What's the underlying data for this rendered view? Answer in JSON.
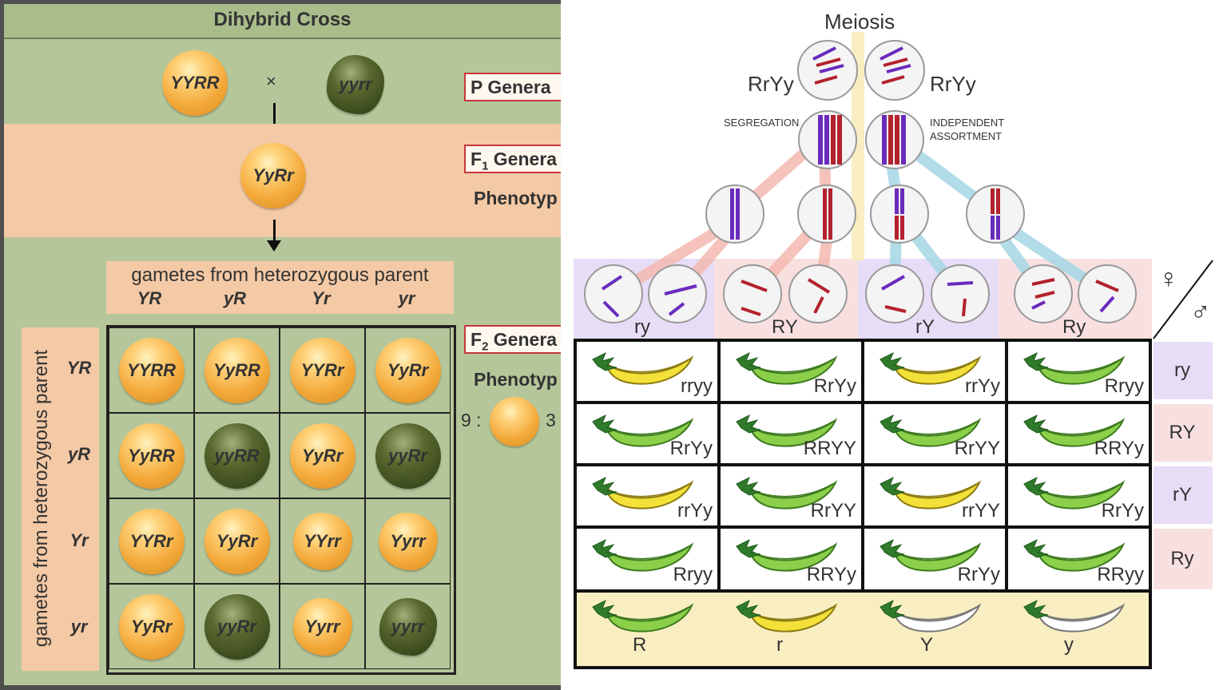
{
  "left": {
    "title": "Dihybrid Cross",
    "p_gen": {
      "label": "P Genera",
      "parent1": "YYRR",
      "cross": "×",
      "parent2": "yyrr"
    },
    "f1_gen": {
      "label_base": "F",
      "label_sub": "1",
      "label_rest": " Genera",
      "offspring": "YyRr",
      "phenotype_label": "Phenotyp"
    },
    "gametes_top": {
      "label": "gametes from heterozygous parent",
      "items": [
        "YR",
        "yR",
        "Yr",
        "yr"
      ]
    },
    "gametes_side": {
      "label": "gametes from heterozygous parent",
      "items": [
        "YR",
        "yR",
        "Yr",
        "yr"
      ]
    },
    "f2_gen": {
      "label_base": "F",
      "label_sub": "2",
      "label_rest": " Genera",
      "phenotype_label": "Phenotyp",
      "ratio_first": "9 :",
      "ratio_second": "3"
    },
    "grid": [
      [
        "YYRR",
        "YyRR",
        "YYRr",
        "YyRr"
      ],
      [
        "YyRR",
        "yyRR",
        "YyRr",
        "yyRr"
      ],
      [
        "YYRr",
        "YyRr",
        "YYrr",
        "Yyrr"
      ],
      [
        "YyRr",
        "yyRr",
        "Yyrr",
        "yyrr"
      ]
    ],
    "grid_pea_types": [
      [
        "yellow-round",
        "yellow-round",
        "yellow-round",
        "yellow-round"
      ],
      [
        "yellow-round",
        "green-round",
        "yellow-round",
        "green-round"
      ],
      [
        "yellow-round",
        "yellow-round",
        "yellow-wrinkled",
        "yellow-wrinkled"
      ],
      [
        "yellow-round",
        "green-round",
        "yellow-wrinkled",
        "green-wrinkled"
      ]
    ]
  },
  "right": {
    "title": "Meiosis",
    "parent_left": "RrYy",
    "parent_right": "RrYy",
    "segregation": "SEGREGATION",
    "independent_line1": "INDEPENDENT",
    "independent_line2": "ASSORTMENT",
    "gamete_groups": [
      "ry",
      "RY",
      "rY",
      "Ry"
    ],
    "female_symbol": "♀",
    "male_symbol": "♂",
    "row_labels": [
      "ry",
      "RY",
      "rY",
      "Ry"
    ],
    "grid": [
      [
        "rryy",
        "RrYy",
        "rrYy",
        "Rryy"
      ],
      [
        "RrYy",
        "RRYY",
        "RrYY",
        "RRYy"
      ],
      [
        "rrYy",
        "RrYY",
        "rrYY",
        "RrYy"
      ],
      [
        "Rryy",
        "RRYy",
        "RrYy",
        "RRyy"
      ]
    ],
    "grid_pod_colors": [
      [
        "yellow",
        "green",
        "yellow",
        "green"
      ],
      [
        "green",
        "green",
        "green",
        "green"
      ],
      [
        "yellow",
        "green",
        "yellow",
        "green"
      ],
      [
        "green",
        "green",
        "green",
        "green"
      ]
    ],
    "legend": [
      "R",
      "r",
      "Y",
      "y"
    ],
    "legend_pod_colors": [
      "green",
      "yellow",
      "white",
      "white"
    ],
    "colors": {
      "chrom_purple": "#6a2bbd",
      "chrom_red": "#b3222d",
      "pod_green": "#8ccf4a",
      "pod_yellow": "#f3e13a",
      "band_purple": "#e8ddf7",
      "band_pink": "#f9e0e0",
      "band_yellow": "#f9eec2"
    }
  }
}
